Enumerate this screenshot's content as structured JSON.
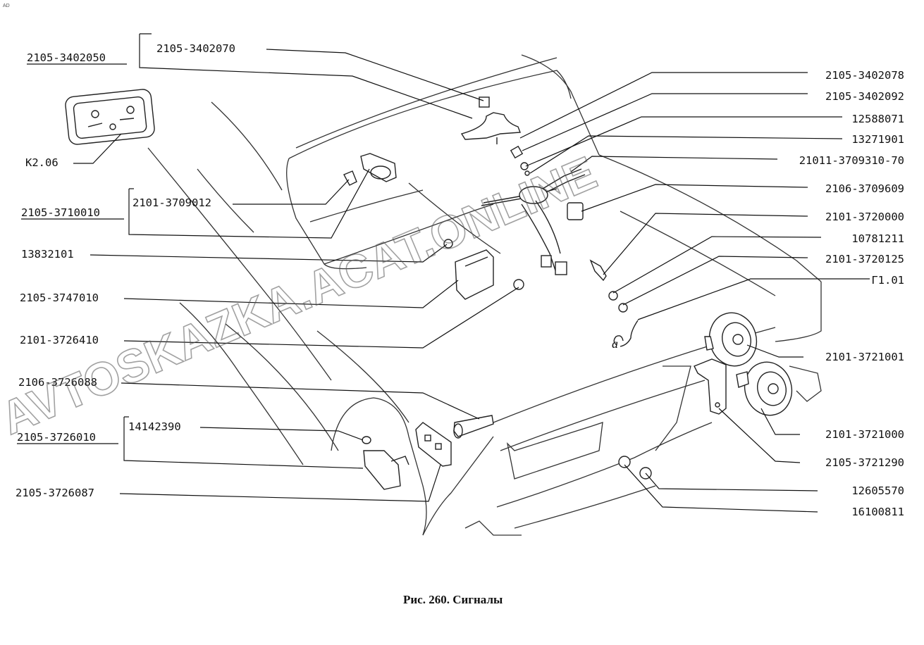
{
  "corner_mark": "AD",
  "caption": "Рис. 260. Сигналы",
  "watermark": "AVTOSKAZKA.ACAT.ONLINE",
  "labels": {
    "l_2105_3402050": "2105-3402050",
    "l_2105_3402070": "2105-3402070",
    "l_k206": "K2.06",
    "l_2101_3709012": "2101-3709012",
    "l_2105_3710010": "2105-3710010",
    "l_13832101": "13832101",
    "l_2105_3747010": "2105-3747010",
    "l_2101_3726410": "2101-3726410",
    "l_2106_3726088": "2106-3726088",
    "l_14142390": "14142390",
    "l_2105_3726010": "2105-3726010",
    "l_2105_3726087": "2105-3726087",
    "r_2105_3402078": "2105-3402078",
    "r_2105_3402092": "2105-3402092",
    "r_12588071": "12588071",
    "r_13271901": "13271901",
    "r_21011_3709310_70": "21011-3709310-70",
    "r_2106_3709609": "2106-3709609",
    "r_2101_3720000": "2101-3720000",
    "r_10781211": "10781211",
    "r_2101_3720125": "2101-3720125",
    "r_g101": "Г1.01",
    "r_2101_3721001": "2101-3721001",
    "r_2101_3721000": "2101-3721000",
    "r_2105_3721290": "2105-3721290",
    "r_12605570": "12605570",
    "r_16100811": "16100811",
    "letter_a": "a"
  }
}
